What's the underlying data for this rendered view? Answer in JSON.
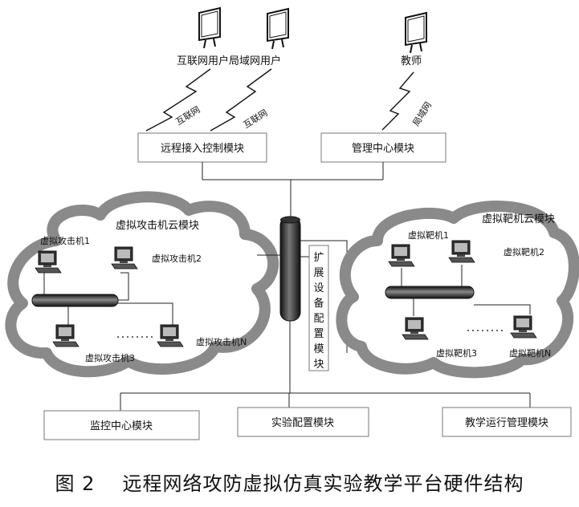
{
  "users": {
    "internet_lan_users": "互联网用户局域网用户",
    "teacher": "教师"
  },
  "links": {
    "internet_1": "互联网",
    "internet_2": "互联网",
    "lan": "局域网"
  },
  "modules": {
    "remote_access": "远程接入控制模块",
    "management_center": "管理中心模块",
    "expansion_config": [
      "扩",
      "展",
      "设",
      "备",
      "配",
      "置",
      "模",
      "块"
    ],
    "monitoring_center": "监控中心模块",
    "experiment_config": "实验配置模块",
    "teaching_operation": "教学运行管理模块"
  },
  "attack_cloud": {
    "title": "虚拟攻击机云模块",
    "machines": [
      "虚拟攻击机1",
      "虚拟攻击机2",
      "虚拟攻击机3",
      "虚拟攻击机N"
    ]
  },
  "target_cloud": {
    "title": "虚拟靶机云模块",
    "machines": [
      "虚拟靶机1",
      "虚拟靶机2",
      "虚拟靶机3",
      "虚拟靶机N"
    ]
  },
  "caption": {
    "figure_number": "图 2",
    "title": "远程网络攻防虚拟仿真实验教学平台硬件结构"
  }
}
